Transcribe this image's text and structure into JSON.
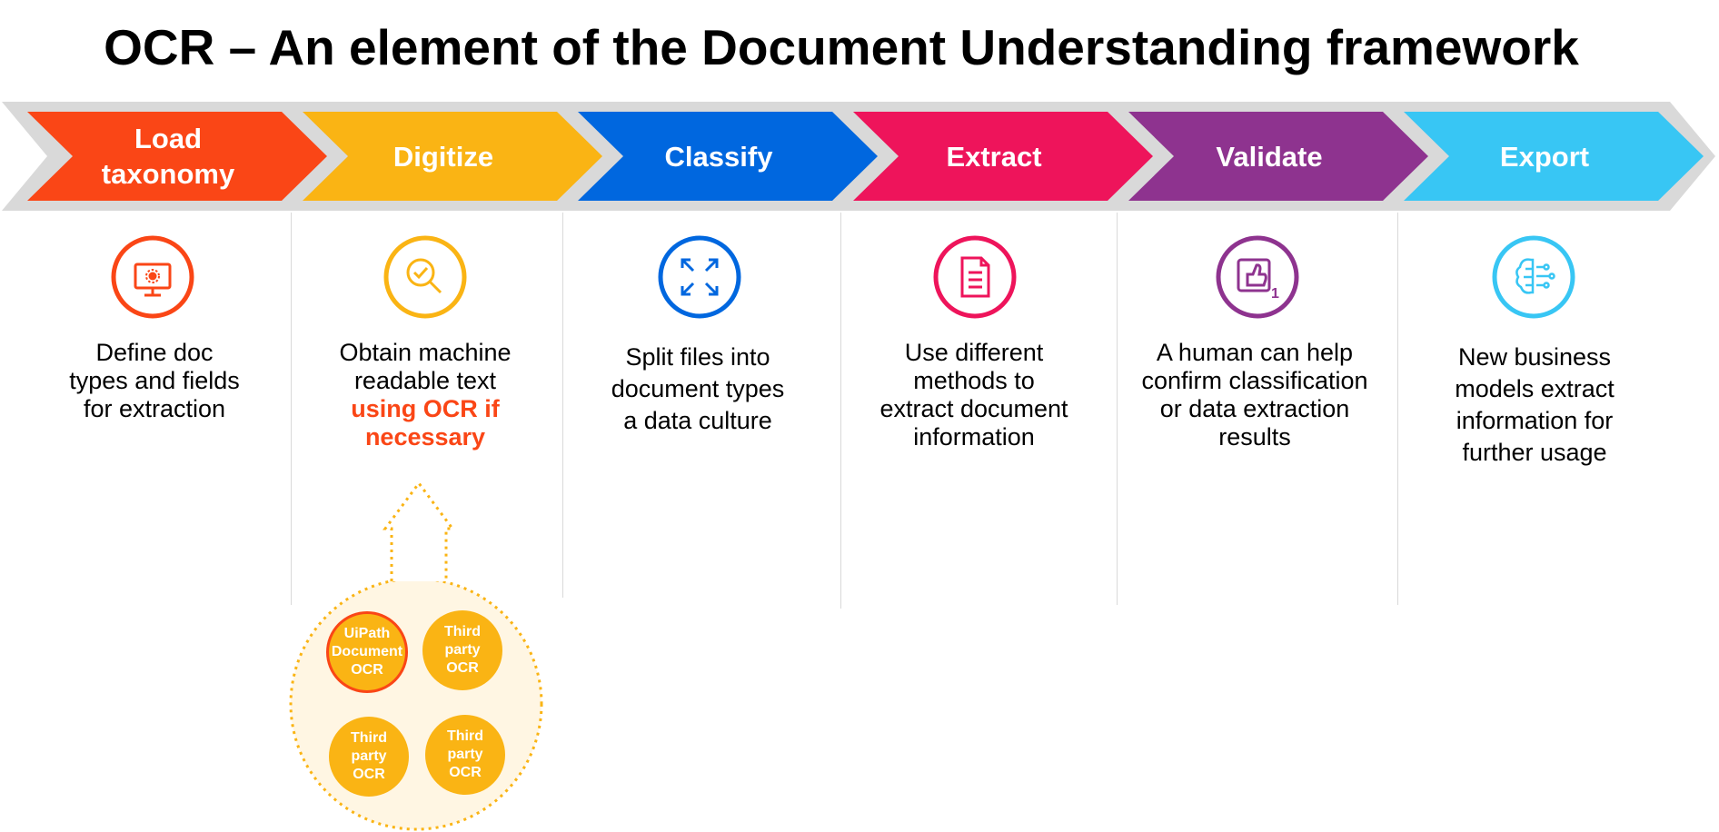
{
  "title": "OCR – An element of the Document Understanding framework",
  "colors": {
    "band": "#d9d9d9",
    "load": "#fa4616",
    "digitize": "#fab414",
    "classify": "#0067df",
    "extract": "#ee145b",
    "validate": "#8e338f",
    "export": "#38c6f4"
  },
  "stages": [
    {
      "label_lines": [
        "Load",
        "taxonomy"
      ],
      "icon": "monitor-gear-icon",
      "desc_lines": [
        "Define doc",
        "types and fields",
        "for extraction"
      ],
      "desc_highlight_lines": []
    },
    {
      "label_lines": [
        "Digitize"
      ],
      "icon": "magnifier-check-icon",
      "desc_lines": [
        "Obtain machine",
        "readable text"
      ],
      "desc_highlight_lines": [
        "using OCR if",
        "necessary"
      ]
    },
    {
      "label_lines": [
        "Classify"
      ],
      "icon": "expand-arrows-icon",
      "desc_lines": [
        "Split files into",
        "document types",
        "a data culture"
      ],
      "desc_highlight_lines": []
    },
    {
      "label_lines": [
        "Extract"
      ],
      "icon": "document-list-icon",
      "desc_lines": [
        "Use different",
        "methods to",
        "extract document",
        "information"
      ],
      "desc_highlight_lines": []
    },
    {
      "label_lines": [
        "Validate"
      ],
      "icon": "thumbs-up-icon",
      "desc_lines": [
        "A human can help",
        "confirm classification",
        "or data extraction",
        "results"
      ],
      "desc_highlight_lines": []
    },
    {
      "label_lines": [
        "Export"
      ],
      "icon": "brain-circuit-icon",
      "desc_lines": [
        "New business",
        "models extract",
        "information for",
        "further usage"
      ],
      "desc_highlight_lines": []
    }
  ],
  "ocr_engines": [
    {
      "lines": [
        "UiPath",
        "Document",
        "OCR"
      ],
      "primary": true
    },
    {
      "lines": [
        "Third",
        "party",
        "OCR"
      ],
      "primary": false
    },
    {
      "lines": [
        "Third",
        "party",
        "OCR"
      ],
      "primary": false
    },
    {
      "lines": [
        "Third",
        "party",
        "OCR"
      ],
      "primary": false
    }
  ]
}
